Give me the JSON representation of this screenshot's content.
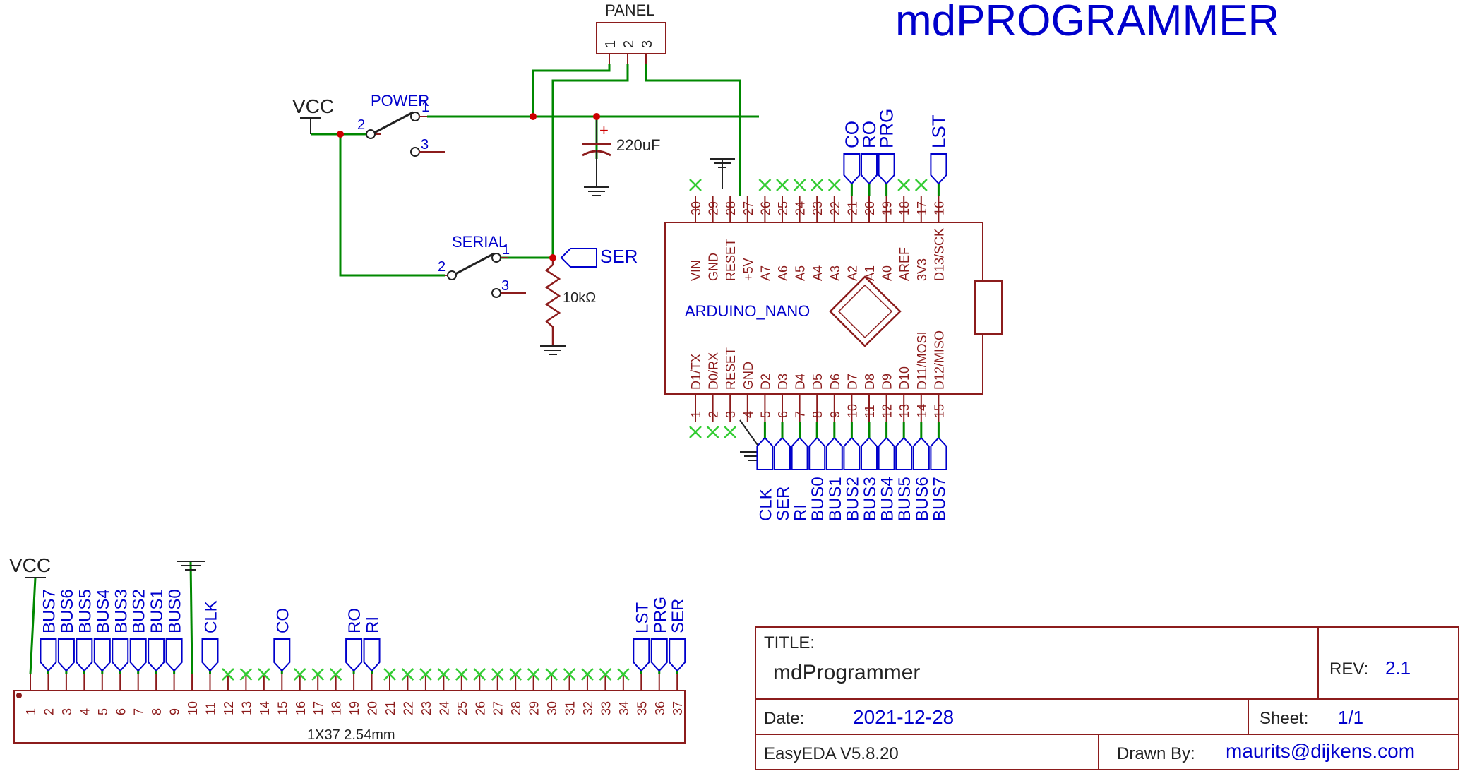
{
  "page_title": "mdPROGRAMMER",
  "colors": {
    "wire": "#008800",
    "part": "#8c1c1c",
    "label": "#0000cc",
    "pin_num": "#cc0000",
    "junction": "#cc0000",
    "noconnect": "#33cc33",
    "background": "#ffffff"
  },
  "panel": {
    "name": "PANEL",
    "pins": [
      "1",
      "2",
      "3"
    ]
  },
  "power_switch": {
    "name": "POWER",
    "pins": [
      "1",
      "2",
      "3"
    ]
  },
  "serial_switch": {
    "name": "SERIAL",
    "pins": [
      "1",
      "2",
      "3"
    ]
  },
  "capacitor": {
    "value": "220uF",
    "polarity": "+"
  },
  "resistor": {
    "value": "10kΩ"
  },
  "vcc_label": "VCC",
  "ser_label": "SER",
  "icons": {
    "ground": "ground-icon",
    "no_connect": "no-connect-x-icon",
    "net_port": "net-port-flag-icon",
    "junction": "junction-dot-icon",
    "chip": "chip-diamond-icon"
  },
  "arduino": {
    "name": "ARDUINO_NANO",
    "top_pins": [
      {
        "num": "30",
        "label": "VIN"
      },
      {
        "num": "29",
        "label": "GND"
      },
      {
        "num": "28",
        "label": "RESET"
      },
      {
        "num": "27",
        "label": "+5V"
      },
      {
        "num": "26",
        "label": "A7"
      },
      {
        "num": "25",
        "label": "A6"
      },
      {
        "num": "24",
        "label": "A5"
      },
      {
        "num": "23",
        "label": "A4"
      },
      {
        "num": "22",
        "label": "A3"
      },
      {
        "num": "21",
        "label": "A2"
      },
      {
        "num": "20",
        "label": "A1"
      },
      {
        "num": "19",
        "label": "A0"
      },
      {
        "num": "18",
        "label": "AREF"
      },
      {
        "num": "17",
        "label": "3V3"
      },
      {
        "num": "16",
        "label": "D13/SCK"
      }
    ],
    "bottom_pins": [
      {
        "num": "1",
        "label": "D1/TX"
      },
      {
        "num": "2",
        "label": "D0/RX"
      },
      {
        "num": "3",
        "label": "RESET"
      },
      {
        "num": "4",
        "label": "GND"
      },
      {
        "num": "5",
        "label": "D2"
      },
      {
        "num": "6",
        "label": "D3"
      },
      {
        "num": "7",
        "label": "D4"
      },
      {
        "num": "8",
        "label": "D5"
      },
      {
        "num": "9",
        "label": "D6"
      },
      {
        "num": "10",
        "label": "D7"
      },
      {
        "num": "11",
        "label": "D8"
      },
      {
        "num": "12",
        "label": "D9"
      },
      {
        "num": "13",
        "label": "D10"
      },
      {
        "num": "14",
        "label": "D11/MOSI"
      },
      {
        "num": "15",
        "label": "D12/MISO"
      }
    ],
    "top_nets": [
      {
        "pin": "21",
        "net": "CO"
      },
      {
        "pin": "20",
        "net": "RO"
      },
      {
        "pin": "19",
        "net": "PRG"
      },
      {
        "pin": "16",
        "net": "LST"
      }
    ],
    "bottom_nets": [
      {
        "pin": "5",
        "net": "CLK"
      },
      {
        "pin": "6",
        "net": "SER"
      },
      {
        "pin": "7",
        "net": "RI"
      },
      {
        "pin": "8",
        "net": "BUS0"
      },
      {
        "pin": "9",
        "net": "BUS1"
      },
      {
        "pin": "10",
        "net": "BUS2"
      },
      {
        "pin": "11",
        "net": "BUS3"
      },
      {
        "pin": "12",
        "net": "BUS4"
      },
      {
        "pin": "13",
        "net": "BUS5"
      },
      {
        "pin": "14",
        "net": "BUS6"
      },
      {
        "pin": "15",
        "net": "BUS7"
      }
    ]
  },
  "header": {
    "name": "1X37 2.54mm",
    "vcc_label": "VCC",
    "pin_count": 37,
    "nets": [
      {
        "pin": "2",
        "net": "BUS7"
      },
      {
        "pin": "3",
        "net": "BUS6"
      },
      {
        "pin": "4",
        "net": "BUS5"
      },
      {
        "pin": "5",
        "net": "BUS4"
      },
      {
        "pin": "6",
        "net": "BUS3"
      },
      {
        "pin": "7",
        "net": "BUS2"
      },
      {
        "pin": "8",
        "net": "BUS1"
      },
      {
        "pin": "9",
        "net": "BUS0"
      },
      {
        "pin": "11",
        "net": "CLK"
      },
      {
        "pin": "15",
        "net": "CO"
      },
      {
        "pin": "19",
        "net": "RO"
      },
      {
        "pin": "20",
        "net": "RI"
      },
      {
        "pin": "35",
        "net": "LST"
      },
      {
        "pin": "36",
        "net": "PRG"
      },
      {
        "pin": "37",
        "net": "SER"
      }
    ]
  },
  "title_block": {
    "title_label": "TITLE:",
    "title_value": "mdProgrammer",
    "rev_label": "REV:",
    "rev_value": "2.1",
    "date_label": "Date:",
    "date_value": "2021-12-28",
    "sheet_label": "Sheet:",
    "sheet_value": "1/1",
    "software": "EasyEDA V5.8.20",
    "drawn_by_label": "Drawn By:",
    "drawn_by_value": "maurits@dijkens.com"
  }
}
